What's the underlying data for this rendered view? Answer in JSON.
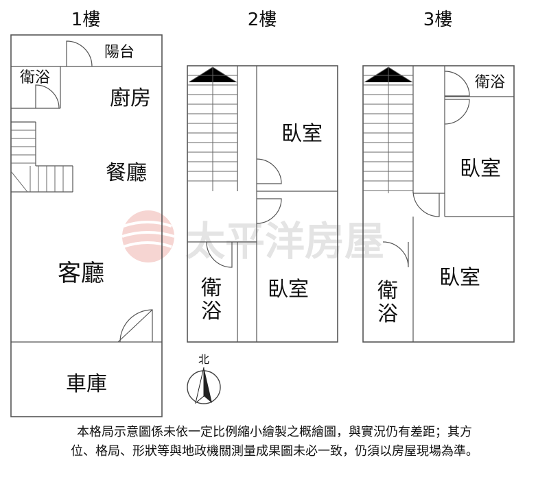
{
  "floors": [
    {
      "title": "1樓"
    },
    {
      "title": "2樓"
    },
    {
      "title": "3樓"
    }
  ],
  "floor1": {
    "balcony": "陽台",
    "bath": "衛浴",
    "kitchen": "廚房",
    "dining": "餐廳",
    "living": "客廳",
    "garage": "車庫"
  },
  "floor2": {
    "bedroom_top": "臥室",
    "bedroom_bottom": "臥室",
    "bath_line1": "衛",
    "bath_line2": "浴"
  },
  "floor3": {
    "bath": "衛浴",
    "bedroom_top": "臥室",
    "bedroom_bottom": "臥室",
    "bath_line1": "衛",
    "bath_line2": "浴"
  },
  "compass": {
    "label": "北"
  },
  "watermark": {
    "text": "太平洋房屋"
  },
  "disclaimer": {
    "line1": "本格局示意圖係未依一定比例縮小繪製之概繪圖，與實況仍有差距；其方",
    "line2": "位、格局、形狀等與地政機關測量成果圖未必一致，仍須以房屋現場為準。"
  }
}
